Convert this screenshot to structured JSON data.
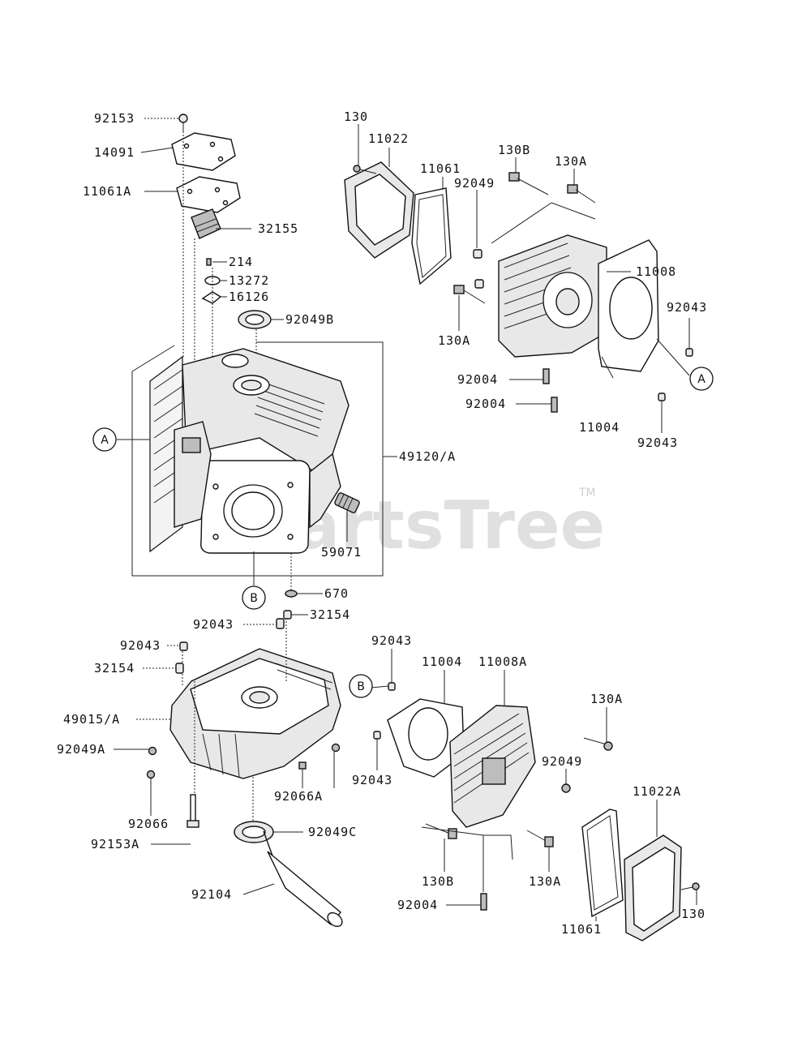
{
  "watermark": {
    "text": "PartsTree",
    "tm": "TM"
  },
  "callouts": {
    "a_left": "A",
    "a_right": "A",
    "b_mid": "B",
    "b_right": "B"
  },
  "labels": {
    "l92153": "92153",
    "l14091": "14091",
    "l11061A": "11061A",
    "l32155": "32155",
    "l214": "214",
    "l13272": "13272",
    "l16126": "16126",
    "l92049B": "92049B",
    "l49120A": "49120/A",
    "l59071": "59071",
    "l670": "670",
    "l32154_top": "32154",
    "l92043_a": "92043",
    "l92043_b": "92043",
    "l32154_b": "32154",
    "l49015A": "49015/A",
    "l92049A": "92049A",
    "l92066": "92066",
    "l92066A": "92066A",
    "l92049C": "92049C",
    "l92153A": "92153A",
    "l92104": "92104",
    "l130_top": "130",
    "l11022": "11022",
    "l11061_top": "11061",
    "l130B_top": "130B",
    "l130A_top": "130A",
    "l92049_top": "92049",
    "l11008": "11008",
    "l130A_left": "130A",
    "l92043_tr": "92043",
    "l92004_a": "92004",
    "l92004_b": "92004",
    "l11004_top": "11004",
    "l92043_br": "92043",
    "l92043_bl": "92043",
    "l11004_bot": "11004",
    "l11008A": "11008A",
    "l130A_r": "130A",
    "l92043_mid": "92043",
    "l92049_r": "92049",
    "l11022A": "11022A",
    "l130_r": "130",
    "l130B_bot": "130B",
    "l130A_bot": "130A",
    "l92004_bot": "92004",
    "l11061_bot": "11061"
  }
}
